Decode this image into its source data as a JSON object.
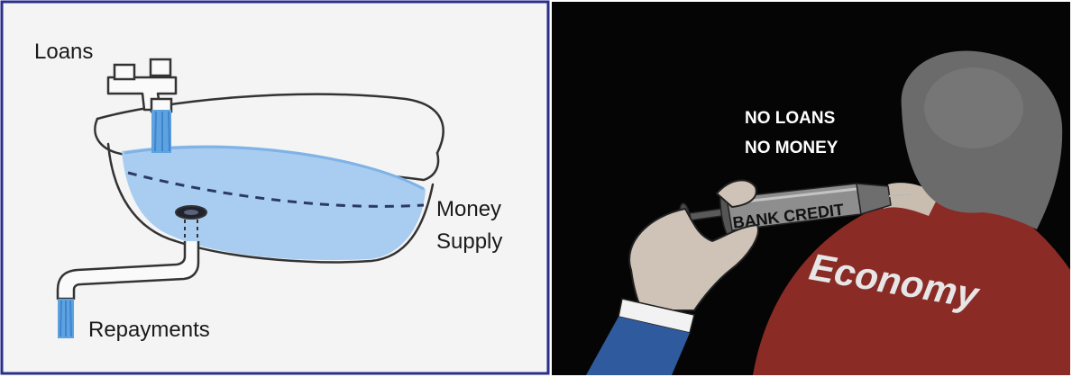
{
  "left_panel": {
    "labels": {
      "loans": "Loans",
      "money": "Money",
      "supply": "Supply",
      "repayments": "Repayments"
    },
    "colors": {
      "background": "#f4f4f4",
      "water": "#a9cdf0",
      "border": "#2a2f8a"
    }
  },
  "right_panel": {
    "headline_line1": "NO LOANS",
    "headline_line2": "NO MONEY",
    "syringe_label": "BANK CREDIT",
    "shirt_label": "Economy",
    "colors": {
      "background": "#050505",
      "shirt": "#8a2b26",
      "sleeve": "#2f5a9e"
    }
  }
}
